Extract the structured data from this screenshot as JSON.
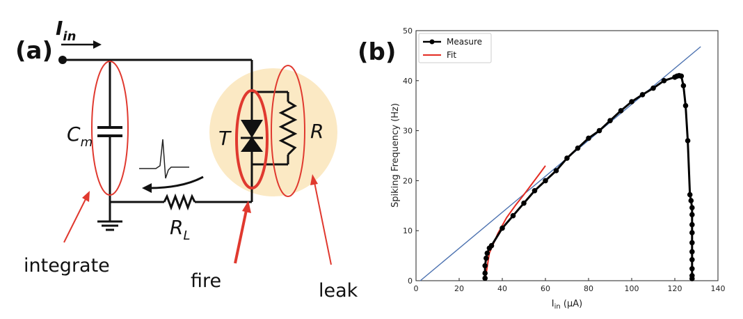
{
  "diagram": {
    "panel_a_label": "(a)",
    "input_label_main": "I",
    "input_label_sub": "in",
    "capacitor_label_main": "C",
    "capacitor_label_sub": "m",
    "resistor_label_main": "R",
    "resistor_label_sub": "L",
    "thyristor_label": "T",
    "leak_resistor_label": "R",
    "callout_integrate": "integrate",
    "callout_fire": "fire",
    "callout_leak": "leak",
    "colors": {
      "ellipse": "#e0392f",
      "glow": "#fbe9c4",
      "wire": "#111111"
    }
  },
  "chart_data": {
    "type": "line",
    "panel_label": "(b)",
    "xlabel_main": "I",
    "xlabel_sub": "in",
    "xlabel_unit": " (μA)",
    "ylabel": "Spiking Frequency (Hz)",
    "xlim": [
      0,
      140
    ],
    "ylim": [
      0,
      50
    ],
    "xticks": [
      0,
      20,
      40,
      60,
      80,
      100,
      120,
      140
    ],
    "yticks": [
      0,
      10,
      20,
      30,
      40,
      50
    ],
    "grid": false,
    "legend_position": "top-left",
    "series": [
      {
        "name": "Measure",
        "color": "#000000",
        "marker": "circle",
        "x": [
          32,
          32,
          32,
          32.5,
          33,
          34,
          35,
          40,
          45,
          50,
          55,
          60,
          65,
          70,
          75,
          80,
          85,
          90,
          95,
          100,
          105,
          110,
          115,
          120,
          121,
          122,
          123,
          124,
          125,
          126,
          127,
          127.5,
          128,
          128,
          128,
          128,
          128,
          128,
          128,
          128,
          128,
          128
        ],
        "y": [
          0.5,
          1.5,
          3,
          4.5,
          5.5,
          6.5,
          7,
          10.5,
          13,
          15.5,
          18,
          20,
          22,
          24.5,
          26.5,
          28.5,
          30,
          32,
          34,
          35.8,
          37.2,
          38.5,
          40,
          40.7,
          40.9,
          41,
          40.9,
          39,
          35,
          28,
          17.2,
          16,
          14.6,
          13.2,
          11.2,
          9.6,
          7.6,
          5.8,
          4.2,
          2.4,
          1,
          0.4
        ]
      },
      {
        "name": "Fit",
        "color": "#e32b22",
        "marker": "none",
        "x": [
          32,
          34,
          38,
          42,
          46,
          50,
          54,
          58,
          60
        ],
        "y": [
          0,
          5.5,
          9.5,
          12.6,
          15,
          17.2,
          19.5,
          21.8,
          23
        ]
      },
      {
        "name": "",
        "color": "#4c72b0",
        "marker": "none",
        "x": [
          2,
          132
        ],
        "y": [
          0,
          46.8
        ]
      }
    ]
  }
}
